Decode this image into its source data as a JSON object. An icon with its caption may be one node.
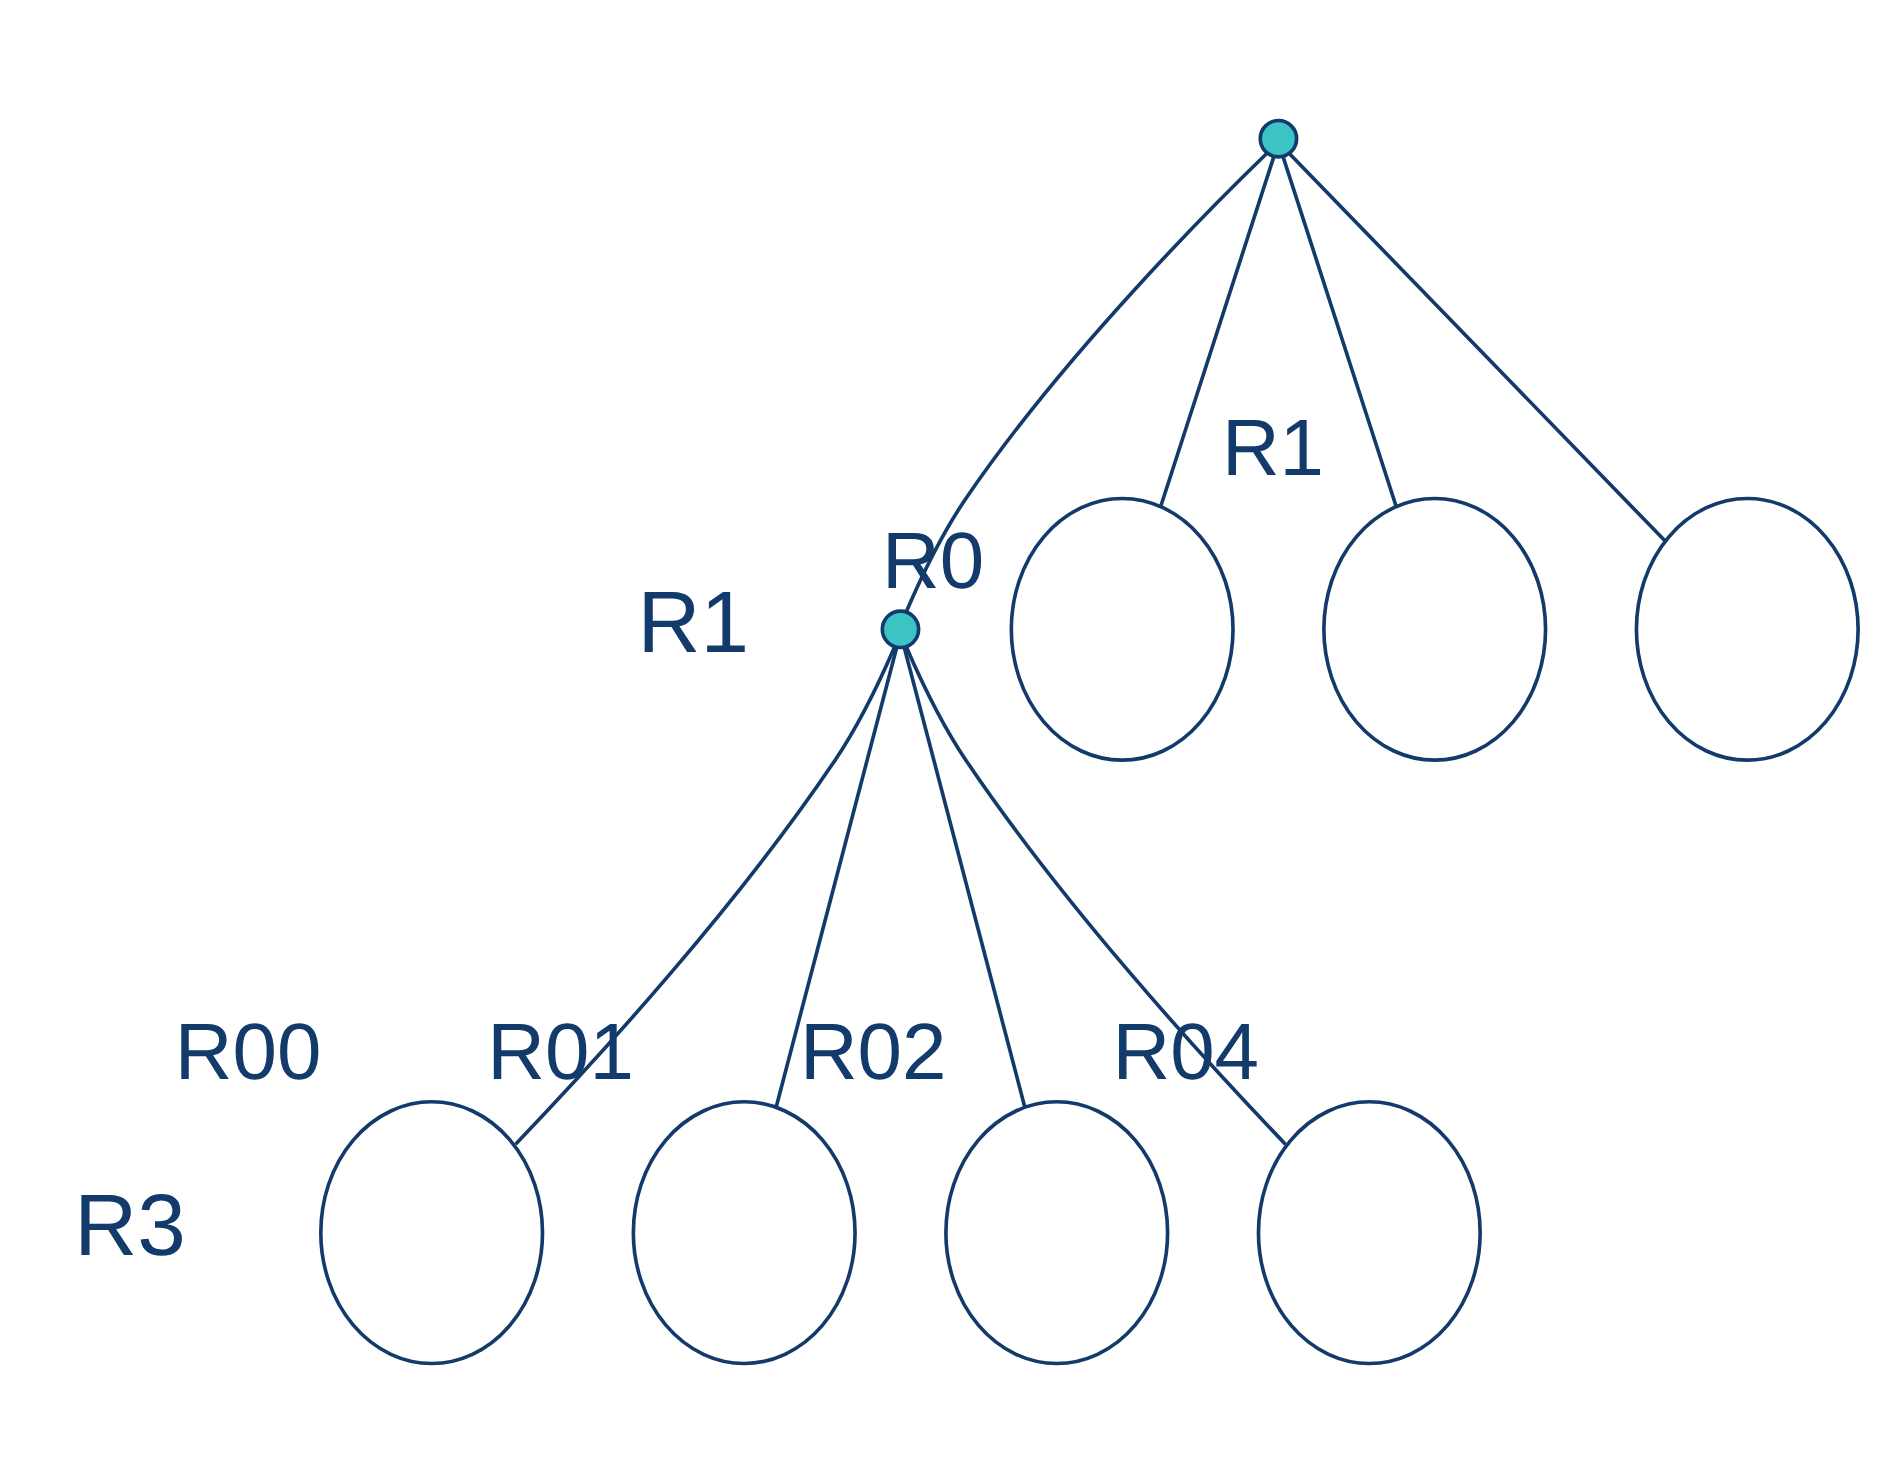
{
  "diagram": {
    "nodes": [
      {
        "text": [],
        "shape": "circle"
      },
      {
        "text": [],
        "shape": "circle",
        "beside": [
          "R0"
        ]
      },
      {
        "text": [],
        "shape": "circle"
      },
      {
        "text": [],
        "shape": "circle",
        "beside": [
          "R1"
        ]
      },
      {
        "text": [],
        "shape": "circle"
      },
      {
        "text": [],
        "shape": "circle",
        "beside": [
          "R00"
        ]
      },
      {
        "text": [],
        "shape": "circle",
        "beside": [
          "R01"
        ]
      },
      {
        "text": [],
        "shape": "circle",
        "beside": [
          "R02"
        ]
      },
      {
        "text": [],
        "shape": "circle",
        "beside": [
          "R04"
        ]
      }
    ],
    "edges": [
      {
        "from": 0,
        "to": 1,
        "arrow": "none"
      },
      {
        "from": 0,
        "to": 2,
        "arrow": "none"
      },
      {
        "from": 0,
        "to": 3,
        "arrow": "none"
      },
      {
        "from": 0,
        "to": 4,
        "arrow": "none"
      },
      {
        "from": 1,
        "to": 5,
        "arrow": "none"
      },
      {
        "from": 1,
        "to": 6,
        "arrow": "none"
      },
      {
        "from": 1,
        "to": 7,
        "arrow": "none"
      },
      {
        "from": 1,
        "to": 8,
        "arrow": "none"
      }
    ],
    "labels": [
      "R1",
      "R3"
    ]
  }
}
